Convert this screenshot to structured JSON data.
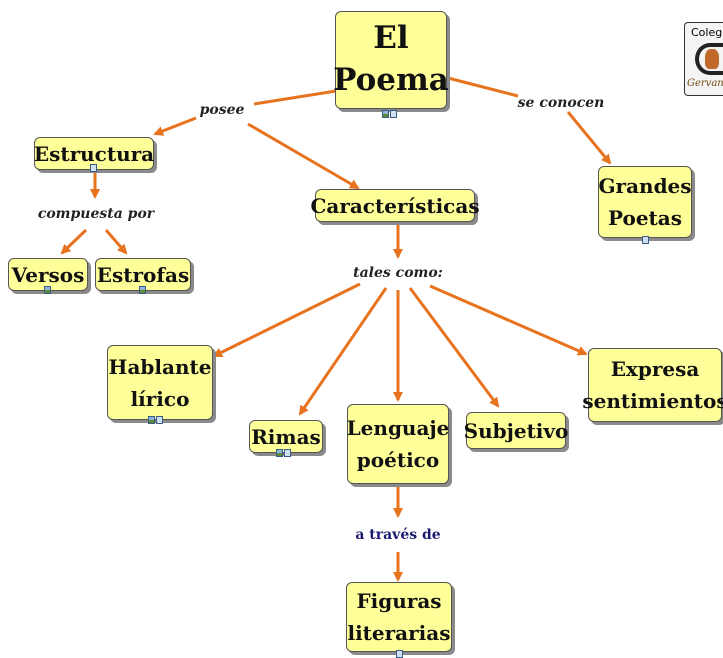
{
  "colors": {
    "node_fill": "#ffff99",
    "arrow": "#e8731f",
    "label_blue": "#1a1a6e"
  },
  "logo": {
    "top_text": "Colegio",
    "bottom_text": "Gervantes"
  },
  "nodes": {
    "poema": "El\nPoema",
    "estructura": "Estructura",
    "caracteristicas": "Características",
    "grandes_poetas": "Grandes\nPoetas",
    "versos": "Versos",
    "estrofas": "Estrofas",
    "hablante": "Hablante\nlírico",
    "rimas": "Rimas",
    "lenguaje": "Lenguaje\npoético",
    "subjetivo": "Subjetivo",
    "expresa": "Expresa\nsentimientos",
    "figuras": "Figuras\nliterarias"
  },
  "links": {
    "posee": "posee",
    "se_conocen": "se conocen",
    "compuesta_por": "compuesta por",
    "tales_como": "tales como:",
    "a_traves_de": "a través de"
  },
  "icons": [
    "image-doc-icon",
    "doc-icon"
  ]
}
